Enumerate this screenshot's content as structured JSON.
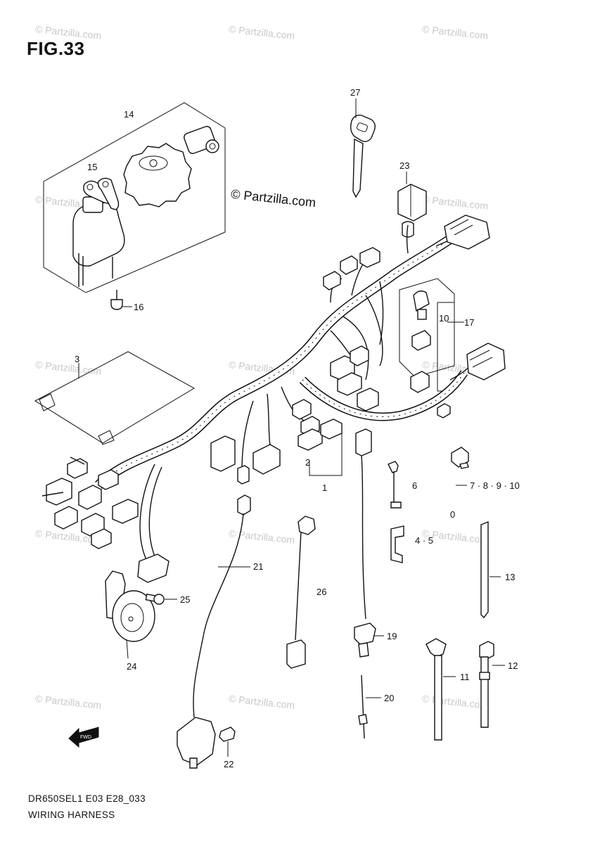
{
  "figure": {
    "title": "FIG.33",
    "model_code": "DR650SEL1 E03 E28_033",
    "section_name": "WIRING HARNESS"
  },
  "watermark": {
    "center_text": "© Partzilla.com",
    "tile_text": "© Partzilla.com"
  },
  "callouts": {
    "c1": "1",
    "c2": "2",
    "c3": "3",
    "c4_5": "4 · 5",
    "c6": "6",
    "c7_10": "7 · 8 · 9 · 10",
    "c_small": "0",
    "c10": "10",
    "c11": "11",
    "c12": "12",
    "c13": "13",
    "c14": "14",
    "c15": "15",
    "c16": "16",
    "c17": "17",
    "c19": "19",
    "c20": "20",
    "c21": "21",
    "c22": "22",
    "c23": "23",
    "c24": "24",
    "c25": "25",
    "c26": "26",
    "c27": "27"
  },
  "fwd_marker": {
    "text": "FWD",
    "icon": "forward-arrow-icon"
  }
}
